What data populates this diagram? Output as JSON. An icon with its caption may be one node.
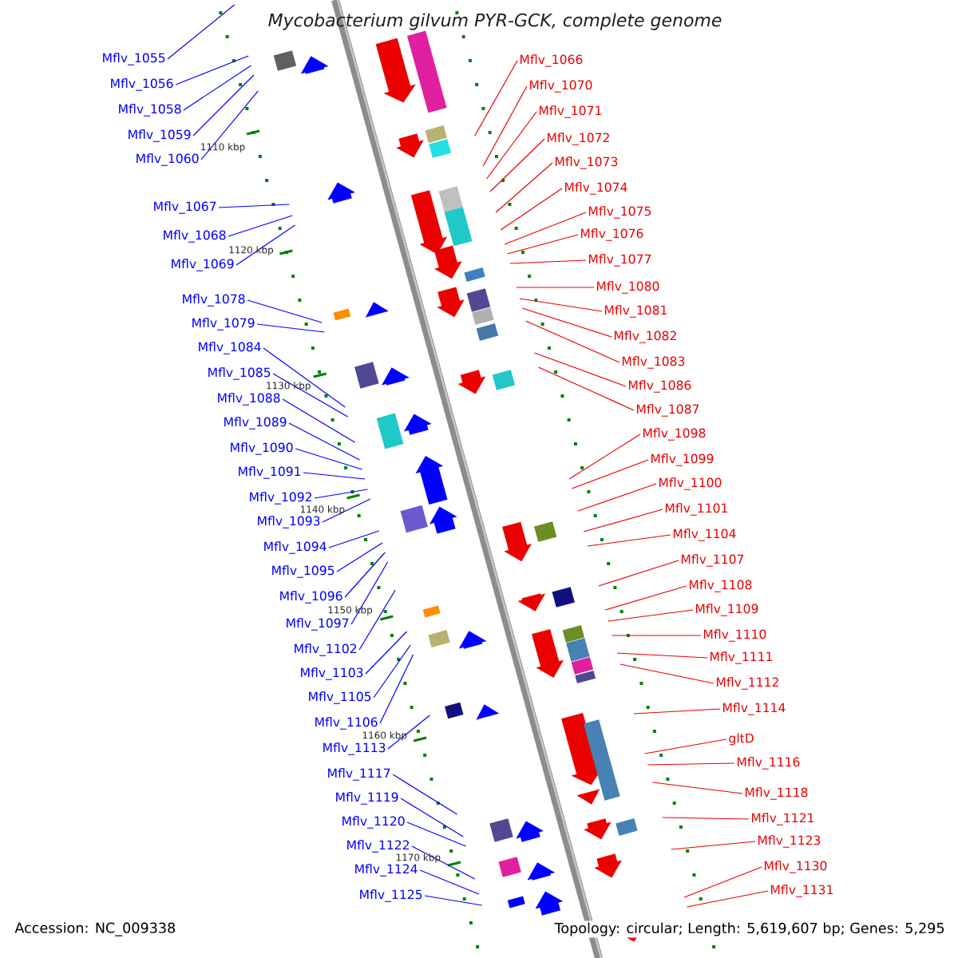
{
  "diagram": {
    "title": "Mycobacterium gilvum PYR-GCK, complete genome",
    "nodes": [
      {
        "text": [
          "Mflv_1055"
        ]
      },
      {
        "text": [
          "Mflv_1056"
        ]
      },
      {
        "text": [
          "Mflv_1058"
        ]
      },
      {
        "text": [
          "Mflv_1059"
        ]
      },
      {
        "text": [
          "Mflv_1060"
        ]
      },
      {
        "text": [
          "Mflv_1067"
        ]
      },
      {
        "text": [
          "Mflv_1068"
        ]
      },
      {
        "text": [
          "Mflv_1069"
        ]
      },
      {
        "text": [
          "Mflv_1078"
        ]
      },
      {
        "text": [
          "Mflv_1079"
        ]
      },
      {
        "text": [
          "Mflv_1084"
        ]
      },
      {
        "text": [
          "Mflv_1085"
        ]
      },
      {
        "text": [
          "Mflv_1088"
        ]
      },
      {
        "text": [
          "Mflv_1089"
        ]
      },
      {
        "text": [
          "Mflv_1090"
        ]
      },
      {
        "text": [
          "Mflv_1091"
        ]
      },
      {
        "text": [
          "Mflv_1092"
        ]
      },
      {
        "text": [
          "Mflv_1093"
        ]
      },
      {
        "text": [
          "Mflv_1094"
        ]
      },
      {
        "text": [
          "Mflv_1095"
        ]
      },
      {
        "text": [
          "Mflv_1096"
        ]
      },
      {
        "text": [
          "Mflv_1097"
        ]
      },
      {
        "text": [
          "Mflv_1102"
        ]
      },
      {
        "text": [
          "Mflv_1103"
        ]
      },
      {
        "text": [
          "Mflv_1105"
        ]
      },
      {
        "text": [
          "Mflv_1106"
        ]
      },
      {
        "text": [
          "Mflv_1113"
        ]
      },
      {
        "text": [
          "Mflv_1117"
        ]
      },
      {
        "text": [
          "Mflv_1119"
        ]
      },
      {
        "text": [
          "Mflv_1120"
        ]
      },
      {
        "text": [
          "Mflv_1122"
        ]
      },
      {
        "text": [
          "Mflv_1124"
        ]
      },
      {
        "text": [
          "Mflv_1125"
        ]
      },
      {
        "text": [
          "Mflv_1066"
        ]
      },
      {
        "text": [
          "Mflv_1070"
        ]
      },
      {
        "text": [
          "Mflv_1071"
        ]
      },
      {
        "text": [
          "Mflv_1072"
        ]
      },
      {
        "text": [
          "Mflv_1073"
        ]
      },
      {
        "text": [
          "Mflv_1074"
        ]
      },
      {
        "text": [
          "Mflv_1075"
        ]
      },
      {
        "text": [
          "Mflv_1076"
        ]
      },
      {
        "text": [
          "Mflv_1077"
        ]
      },
      {
        "text": [
          "Mflv_1080"
        ]
      },
      {
        "text": [
          "Mflv_1081"
        ]
      },
      {
        "text": [
          "Mflv_1082"
        ]
      },
      {
        "text": [
          "Mflv_1083"
        ]
      },
      {
        "text": [
          "Mflv_1086"
        ]
      },
      {
        "text": [
          "Mflv_1087"
        ]
      },
      {
        "text": [
          "Mflv_1098"
        ]
      },
      {
        "text": [
          "Mflv_1099"
        ]
      },
      {
        "text": [
          "Mflv_1100"
        ]
      },
      {
        "text": [
          "Mflv_1101"
        ]
      },
      {
        "text": [
          "Mflv_1104"
        ]
      },
      {
        "text": [
          "Mflv_1107"
        ]
      },
      {
        "text": [
          "Mflv_1108"
        ]
      },
      {
        "text": [
          "Mflv_1109"
        ]
      },
      {
        "text": [
          "Mflv_1110"
        ]
      },
      {
        "text": [
          "Mflv_1111"
        ]
      },
      {
        "text": [
          "Mflv_1112"
        ]
      },
      {
        "text": [
          "Mflv_1114"
        ]
      },
      {
        "text": [
          "gltD"
        ]
      },
      {
        "text": [
          "Mflv_1116"
        ]
      },
      {
        "text": [
          "Mflv_1118"
        ]
      },
      {
        "text": [
          "Mflv_1121"
        ]
      },
      {
        "text": [
          "Mflv_1123"
        ]
      },
      {
        "text": [
          "Mflv_1130"
        ]
      },
      {
        "text": [
          "Mflv_1131"
        ]
      }
    ],
    "edges": [
      {
        "from": 0,
        "to": null,
        "arrow": "none",
        "color": "#0000ff"
      },
      {
        "from": 1,
        "to": null,
        "arrow": "none",
        "color": "#0000ff"
      },
      {
        "from": 2,
        "to": null,
        "arrow": "none",
        "color": "#0000ff"
      },
      {
        "from": 3,
        "to": null,
        "arrow": "none",
        "color": "#0000ff"
      },
      {
        "from": 4,
        "to": null,
        "arrow": "none",
        "color": "#0000ff"
      },
      {
        "from": 5,
        "to": null,
        "arrow": "none",
        "color": "#0000ff"
      },
      {
        "from": 6,
        "to": null,
        "arrow": "none",
        "color": "#0000ff"
      },
      {
        "from": 7,
        "to": null,
        "arrow": "none",
        "color": "#0000ff"
      },
      {
        "from": 8,
        "to": null,
        "arrow": "none",
        "color": "#0000ff"
      },
      {
        "from": 9,
        "to": null,
        "arrow": "none",
        "color": "#0000ff"
      },
      {
        "from": 10,
        "to": null,
        "arrow": "none",
        "color": "#0000ff"
      },
      {
        "from": 11,
        "to": null,
        "arrow": "none",
        "color": "#0000ff"
      },
      {
        "from": 12,
        "to": null,
        "arrow": "none",
        "color": "#0000ff"
      },
      {
        "from": 13,
        "to": null,
        "arrow": "none",
        "color": "#0000ff"
      },
      {
        "from": 14,
        "to": null,
        "arrow": "none",
        "color": "#0000ff"
      },
      {
        "from": 15,
        "to": null,
        "arrow": "none",
        "color": "#0000ff"
      },
      {
        "from": 16,
        "to": null,
        "arrow": "none",
        "color": "#0000ff"
      },
      {
        "from": 17,
        "to": null,
        "arrow": "none",
        "color": "#0000ff"
      },
      {
        "from": 18,
        "to": null,
        "arrow": "none",
        "color": "#0000ff"
      },
      {
        "from": 19,
        "to": null,
        "arrow": "none",
        "color": "#0000ff"
      },
      {
        "from": 20,
        "to": null,
        "arrow": "none",
        "color": "#0000ff"
      },
      {
        "from": 21,
        "to": null,
        "arrow": "none",
        "color": "#0000ff"
      },
      {
        "from": 22,
        "to": null,
        "arrow": "none",
        "color": "#0000ff"
      },
      {
        "from": 23,
        "to": null,
        "arrow": "none",
        "color": "#0000ff"
      },
      {
        "from": 24,
        "to": null,
        "arrow": "none",
        "color": "#0000ff"
      },
      {
        "from": 25,
        "to": null,
        "arrow": "none",
        "color": "#0000ff"
      },
      {
        "from": 26,
        "to": null,
        "arrow": "none",
        "color": "#0000ff"
      },
      {
        "from": 27,
        "to": null,
        "arrow": "none",
        "color": "#0000ff"
      },
      {
        "from": 28,
        "to": null,
        "arrow": "none",
        "color": "#0000ff"
      },
      {
        "from": 29,
        "to": null,
        "arrow": "none",
        "color": "#0000ff"
      },
      {
        "from": 30,
        "to": null,
        "arrow": "none",
        "color": "#0000ff"
      },
      {
        "from": 31,
        "to": null,
        "arrow": "none",
        "color": "#0000ff"
      },
      {
        "from": 32,
        "to": null,
        "arrow": "none",
        "color": "#0000ff"
      },
      {
        "from": 33,
        "to": null,
        "arrow": "none"
      },
      {
        "from": 34,
        "to": null,
        "arrow": "none"
      },
      {
        "from": 35,
        "to": null,
        "arrow": "none"
      },
      {
        "from": 36,
        "to": null,
        "arrow": "none"
      },
      {
        "from": 37,
        "to": null,
        "arrow": "none"
      },
      {
        "from": 38,
        "to": null,
        "arrow": "none"
      },
      {
        "from": 39,
        "to": null,
        "arrow": "none"
      },
      {
        "from": 40,
        "to": null,
        "arrow": "none"
      },
      {
        "from": 41,
        "to": null,
        "arrow": "none"
      },
      {
        "from": 42,
        "to": null,
        "arrow": "none"
      },
      {
        "from": 43,
        "to": null,
        "arrow": "none"
      },
      {
        "from": 44,
        "to": null,
        "arrow": "none"
      },
      {
        "from": 45,
        "to": null,
        "arrow": "none"
      },
      {
        "from": 46,
        "to": null,
        "arrow": "none"
      },
      {
        "from": 47,
        "to": null,
        "arrow": "none"
      },
      {
        "from": 48,
        "to": null,
        "arrow": "none"
      },
      {
        "from": 49,
        "to": null,
        "arrow": "none"
      },
      {
        "from": 50,
        "to": null,
        "arrow": "none"
      },
      {
        "from": 51,
        "to": null,
        "arrow": "none"
      },
      {
        "from": 52,
        "to": null,
        "arrow": "none"
      },
      {
        "from": 53,
        "to": null,
        "arrow": "none"
      },
      {
        "from": 54,
        "to": null,
        "arrow": "none"
      },
      {
        "from": 55,
        "to": null,
        "arrow": "none"
      },
      {
        "from": 56,
        "to": null,
        "arrow": "none"
      },
      {
        "from": 57,
        "to": null,
        "arrow": "none"
      },
      {
        "from": 58,
        "to": null,
        "arrow": "none"
      },
      {
        "from": 59,
        "to": null,
        "arrow": "none"
      },
      {
        "from": 60,
        "to": null,
        "arrow": "none"
      },
      {
        "from": 61,
        "to": null,
        "arrow": "none"
      },
      {
        "from": 62,
        "to": null,
        "arrow": "none"
      },
      {
        "from": 63,
        "to": null,
        "arrow": "none"
      },
      {
        "from": 64,
        "to": null,
        "arrow": "none"
      },
      {
        "from": 65,
        "to": null,
        "arrow": "none"
      },
      {
        "from": 66,
        "to": null,
        "arrow": "none"
      }
    ],
    "labels": [
      "1110 kbp",
      "1120 kbp",
      "1130 kbp",
      "1140 kbp",
      "1150 kbp",
      "1160 kbp",
      "1170 kbp",
      "Accession: NC_009338",
      "Topology: circular; Length: 5,619,607 bp; Genes: 5,295"
    ]
  }
}
